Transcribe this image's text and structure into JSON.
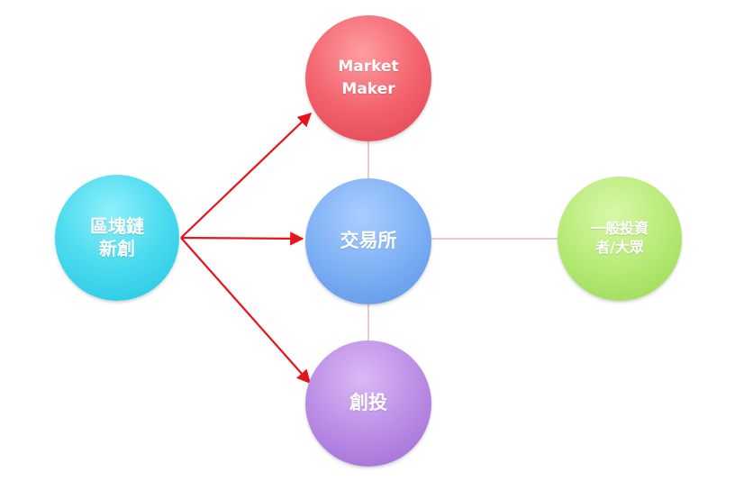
{
  "nodes": {
    "blockchain": {
      "label": "區塊鏈\n新創",
      "color": "#3fd3ec"
    },
    "market_maker": {
      "label": "Market\nMaker",
      "color": "#f05a66"
    },
    "exchange": {
      "label": "交易所",
      "color": "#78aaf0"
    },
    "vc": {
      "label": "創投",
      "color": "#b387e2"
    },
    "investors": {
      "label": "一般投資\n者/大眾",
      "color": "#b2e572"
    }
  },
  "edges": [
    {
      "from": "blockchain",
      "to": "market_maker",
      "style": "red-arrow"
    },
    {
      "from": "blockchain",
      "to": "exchange",
      "style": "red-arrow"
    },
    {
      "from": "blockchain",
      "to": "vc",
      "style": "red-arrow"
    },
    {
      "from": "exchange",
      "to": "market_maker",
      "style": "thin-line"
    },
    {
      "from": "exchange",
      "to": "vc",
      "style": "thin-line"
    },
    {
      "from": "exchange",
      "to": "investors",
      "style": "thin-line"
    }
  ],
  "colors": {
    "arrow": "#e8141c",
    "connector": "#e6b9bb"
  }
}
